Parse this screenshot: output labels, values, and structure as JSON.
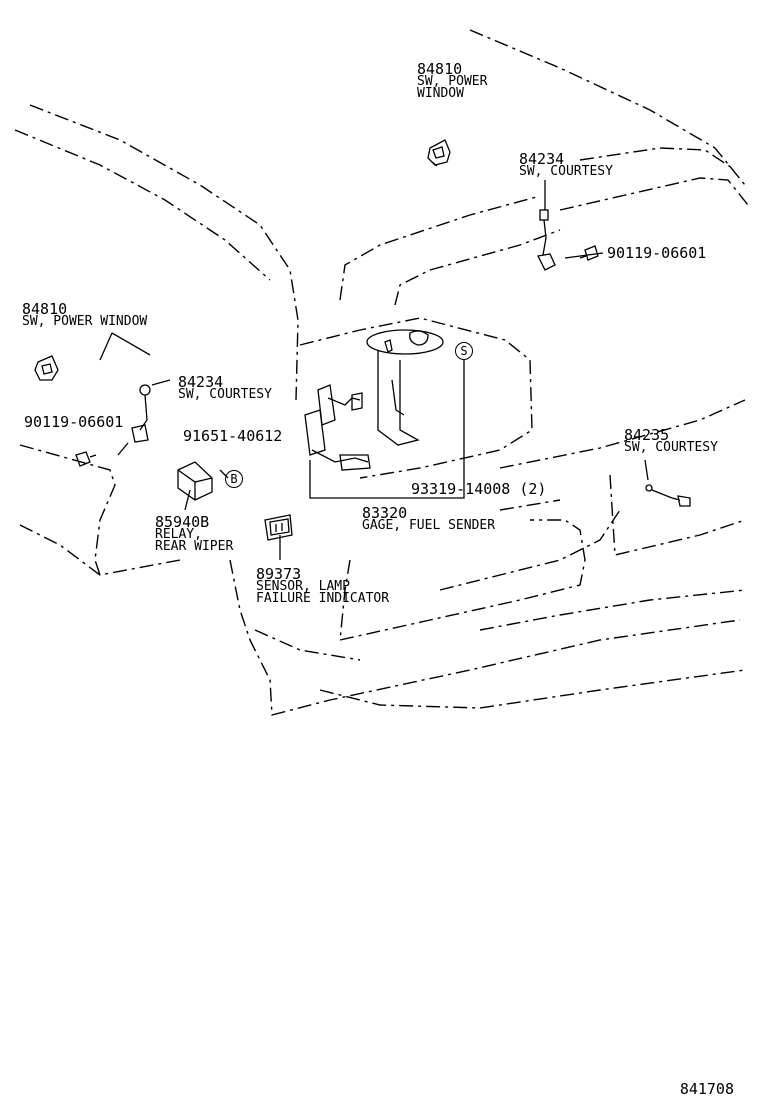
{
  "parts": {
    "sw_power_window_top": {
      "number": "84810",
      "name1": "SW, POWER",
      "name2": "WINDOW"
    },
    "sw_courtesy_top": {
      "number": "84234",
      "name": "SW, COURTESY"
    },
    "bolt_top": {
      "number": "90119-06601"
    },
    "sw_power_window_left": {
      "number": "84810",
      "name": "SW, POWER WINDOW"
    },
    "sw_courtesy_left": {
      "number": "84234",
      "name": "SW, COURTESY"
    },
    "bolt_left": {
      "number": "90119-06601"
    },
    "bolt_b": {
      "number": "91651-40612"
    },
    "relay": {
      "number": "85940B",
      "name1": "RELAY,",
      "name2": "REAR WIPER"
    },
    "screw_s": {
      "number": "93319-14008 (2)"
    },
    "fuel_sender": {
      "number": "83320",
      "name": "GAGE, FUEL SENDER"
    },
    "sensor": {
      "number": "89373",
      "name1": "SENSOR, LAMP",
      "name2": "FAILURE INDICATOR"
    },
    "sw_courtesy_right": {
      "number": "84235",
      "name": "SW, COURTESY"
    }
  },
  "callouts": {
    "b": "B",
    "s": "S"
  },
  "diagram_code": "841708"
}
